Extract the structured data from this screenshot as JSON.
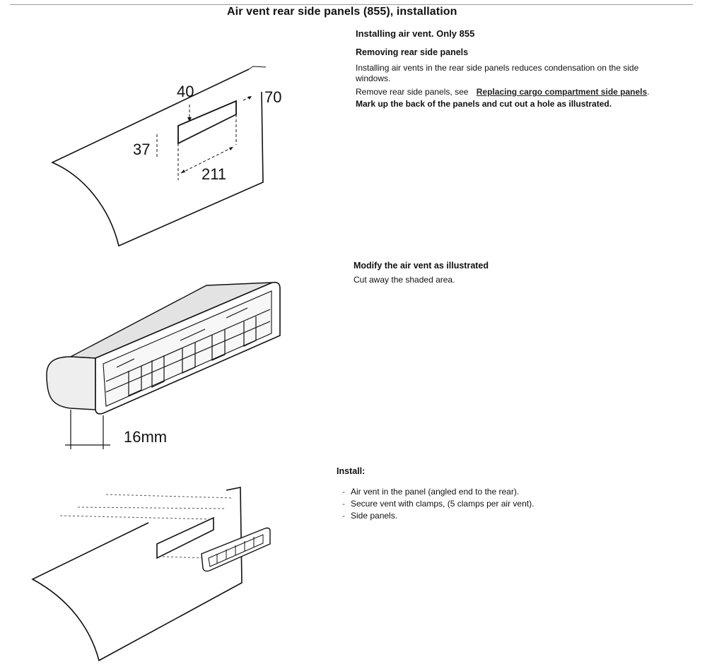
{
  "document": {
    "title": "Air vent rear side panels (855), installation"
  },
  "section_install_vent": {
    "heading": "Installing air vent. Only 855",
    "subheading": "Removing rear side panels",
    "para1": "Installing air vents in the rear side panels reduces condensation on the side windows.",
    "para2_prefix": "Remove rear side panels, see",
    "para2_link": "Replacing cargo compartment side panels",
    "para2_suffix": ".",
    "para3": "Mark up the back of the panels and cut out a hole as illustrated."
  },
  "section_modify": {
    "heading": "Modify the air vent as illustrated",
    "text": "Cut away the shaded area."
  },
  "section_install": {
    "heading": "Install:",
    "steps": [
      "Air vent in the panel (angled end to the rear).",
      "Secure vent with clamps, (5 clamps per air vent).",
      "Side panels."
    ]
  },
  "figure1": {
    "dim_top": "40",
    "dim_right": "70",
    "dim_left": "37",
    "dim_bottom": "211"
  },
  "figure2": {
    "dim_depth": "16mm"
  }
}
